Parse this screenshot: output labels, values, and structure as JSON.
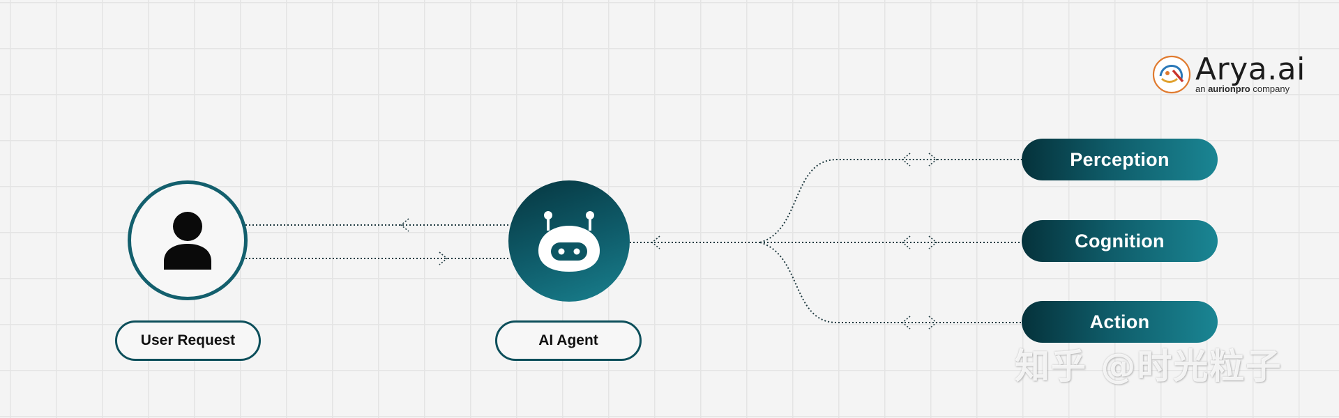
{
  "nodes": {
    "user": {
      "label": "User Request",
      "icon": "user-icon"
    },
    "agent": {
      "label": "AI Agent",
      "icon": "robot-icon"
    }
  },
  "capabilities": [
    {
      "label": "Perception"
    },
    {
      "label": "Cognition"
    },
    {
      "label": "Action"
    }
  ],
  "logo": {
    "name": "Arya.ai",
    "tagline_prefix": "an ",
    "tagline_brand": "aurionpro",
    "tagline_suffix": " company"
  },
  "watermark": "知乎 @时光粒子",
  "colors": {
    "background": "#f4f4f4",
    "grid": "#e4e4e4",
    "teal_dark": "#05323b",
    "teal_light": "#1a8593",
    "connector": "#1f3a40"
  }
}
